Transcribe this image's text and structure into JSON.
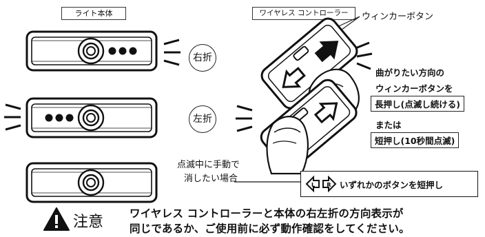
{
  "labels": {
    "light_body": "ライト本体",
    "wireless_controller": "ワイヤレス コントローラー",
    "winker_button": "ウィンカーボタン",
    "right_turn": "右折",
    "left_turn": "左折"
  },
  "instructions": {
    "line1": "曲がりたい方向の",
    "line2": "ウィンカーボタンを",
    "long_press": "長押し(点滅し続ける)",
    "or": "または",
    "short_press": "短押し(10秒間点滅)"
  },
  "stop": {
    "line1": "点滅中に手動で",
    "line2": "消したい場合",
    "action": "いずれかのボタンを短押し",
    "left_letter": "L",
    "right_letter": "R"
  },
  "caution": {
    "title": "注意",
    "line1": "ワイヤレス コントローラーと本体の右左折の方向表示が",
    "line2": "同じであるか、ご使用前に必ず動作確認をしてください。"
  }
}
